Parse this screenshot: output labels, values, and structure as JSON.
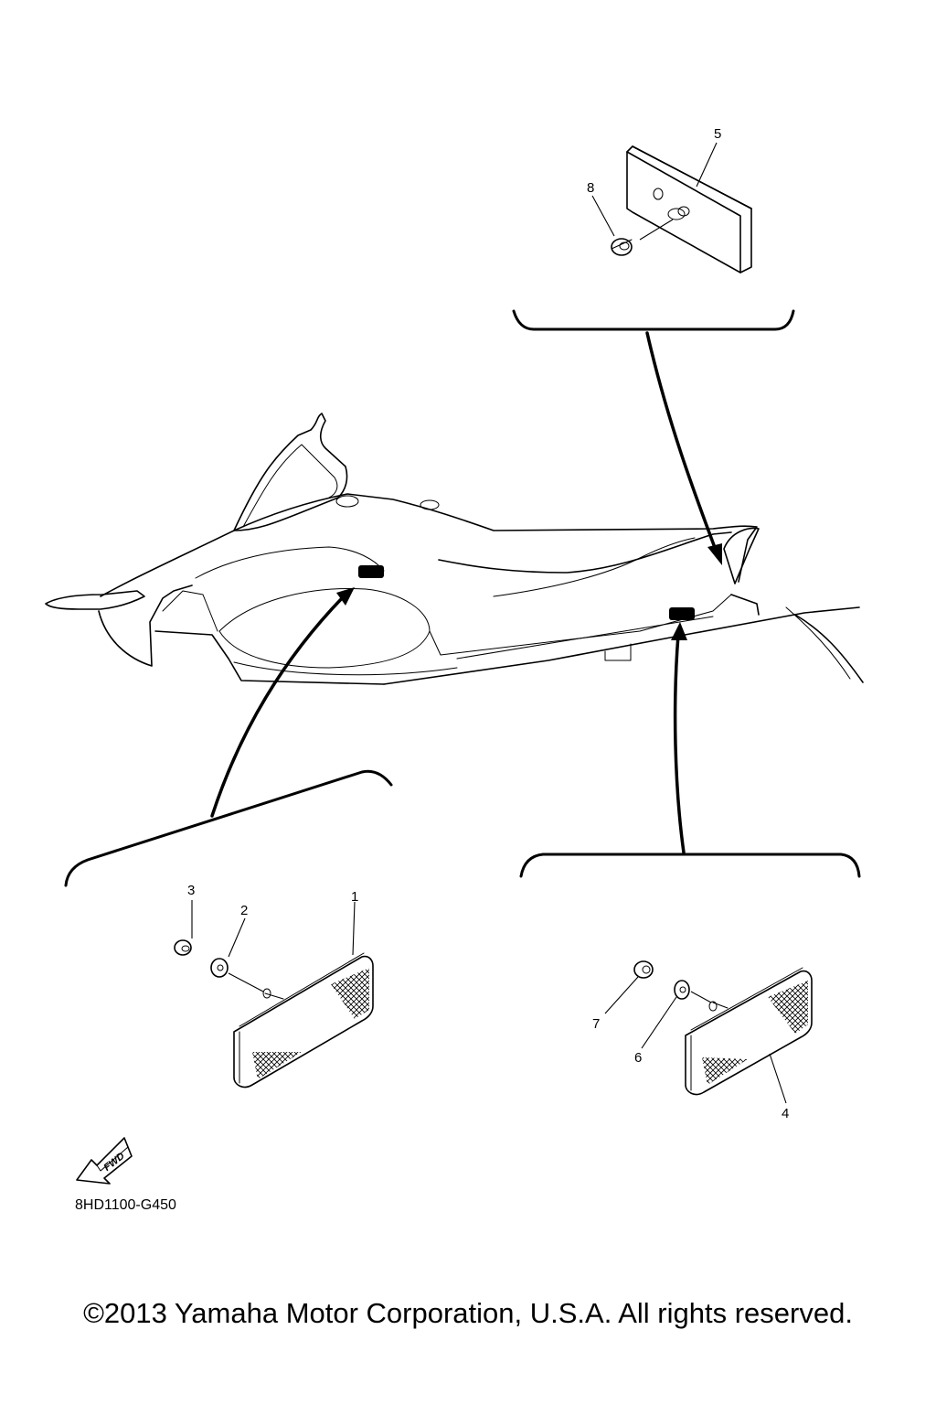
{
  "callouts": {
    "c1": "1",
    "c2": "2",
    "c3": "3",
    "c4": "4",
    "c5": "5",
    "c6": "6",
    "c7": "7",
    "c8": "8"
  },
  "fwd_label": "FWD",
  "part_code": "8HD1100-G450",
  "copyright": "©2013 Yamaha Motor Corporation, U.S.A. All rights reserved.",
  "colors": {
    "line": "#000000",
    "background": "#ffffff"
  },
  "icons": [
    "fwd-arrow-icon"
  ]
}
